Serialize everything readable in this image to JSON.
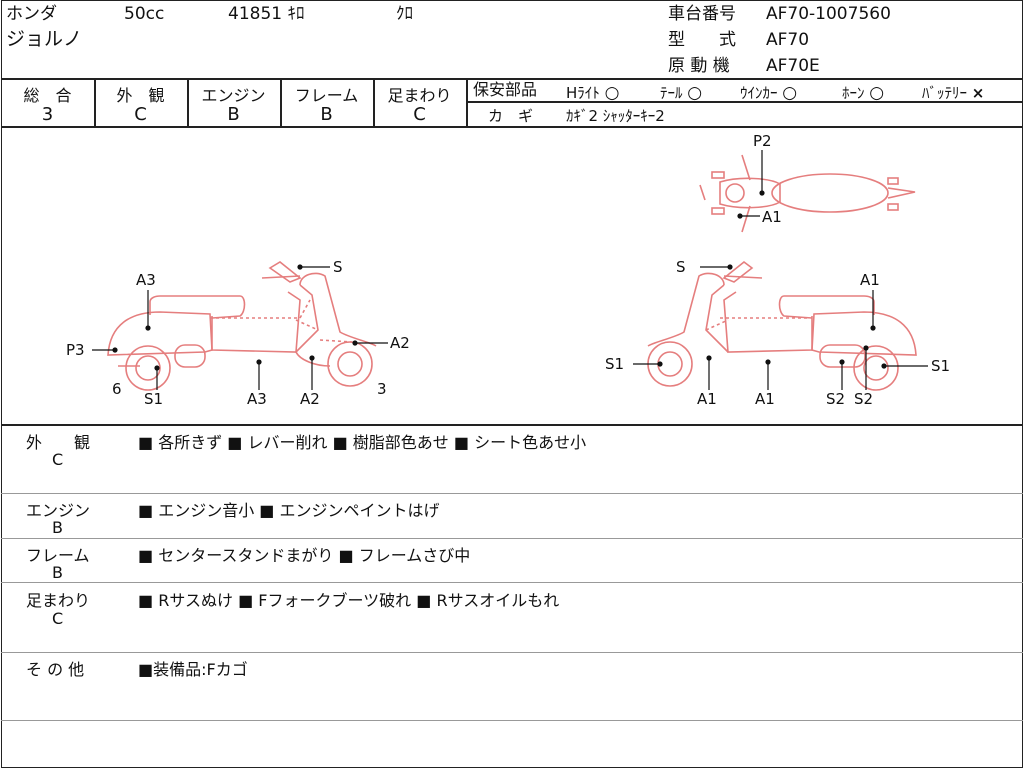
{
  "header": {
    "maker": "ホンダ",
    "displacement": "50cc",
    "mileage": "41851 ｷﾛ",
    "color": "ｸﾛ",
    "model_name": "ジョルノ",
    "frame_no_label": "車台番号",
    "frame_no": "AF70-1007560",
    "model_label": "型　　式",
    "model_code": "AF70",
    "engine_label": "原 動 機",
    "engine_code": "AF70E"
  },
  "grades": [
    {
      "label": "総　合",
      "value": "3"
    },
    {
      "label": "外　観",
      "value": "C"
    },
    {
      "label": "エンジン",
      "value": "B"
    },
    {
      "label": "フレーム",
      "value": "B"
    },
    {
      "label": "足まわり",
      "value": "C"
    }
  ],
  "safety": {
    "label": "保安部品",
    "items": [
      {
        "name": "Hﾗｲﾄ",
        "status": "○"
      },
      {
        "name": "ﾃｰﾙ",
        "status": "○"
      },
      {
        "name": "ｳｲﾝｶｰ",
        "status": "○"
      },
      {
        "name": "ﾎｰﾝ",
        "status": "○"
      },
      {
        "name": "ﾊﾞｯﾃﾘｰ",
        "status": "×"
      }
    ],
    "key_label": "カ　ギ",
    "key_value": "ｶｷﾞ2 ｼｬｯﾀｰｷｰ2"
  },
  "diagram_labels": {
    "left": {
      "a3_top": "A3",
      "s_top": "S",
      "p3": "P3",
      "a2_right": "A2",
      "six": "6",
      "s1": "S1",
      "a3_bottom": "A3",
      "a2_bottom": "A2",
      "three": "3"
    },
    "right": {
      "s_top": "S",
      "a1_top": "A1",
      "s1_left": "S1",
      "s1_right": "S1",
      "a1_b1": "A1",
      "a1_b2": "A1",
      "s2_a": "S2",
      "s2_b": "S2"
    },
    "top": {
      "p2": "P2",
      "a1": "A1"
    }
  },
  "sections": [
    {
      "title": "外　　観",
      "grade": "C",
      "notes": "■ 各所きず ■ レバー削れ ■ 樹脂部色あせ ■ シート色あせ小"
    },
    {
      "title": "エンジン",
      "grade": "B",
      "notes": "■ エンジン音小 ■ エンジンペイントはげ"
    },
    {
      "title": "フレーム",
      "grade": "B",
      "notes": "■ センタースタンドまがり ■ フレームさび中"
    },
    {
      "title": "足まわり",
      "grade": "C",
      "notes": "■ Rサスぬけ ■ Fフォークブーツ破れ ■ Rサスオイルもれ"
    },
    {
      "title": "そ の 他",
      "grade": "",
      "notes": "■装備品:Fカゴ"
    }
  ]
}
